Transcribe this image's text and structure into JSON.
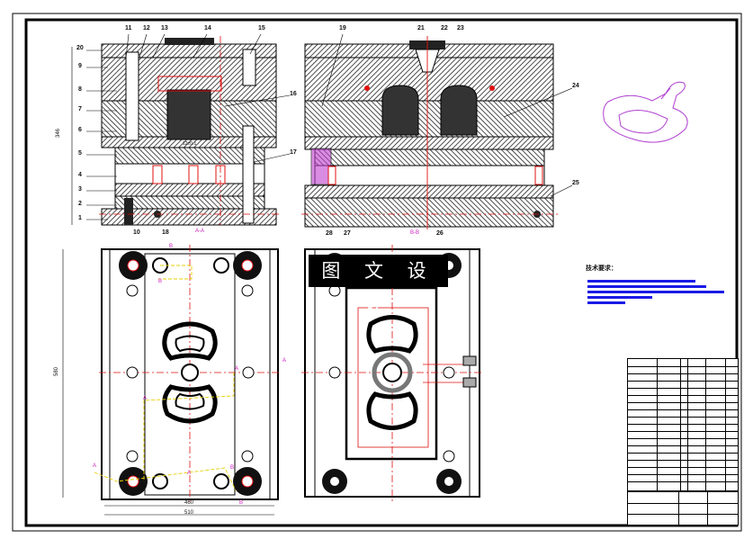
{
  "drawing": {
    "watermark_text": "图 文 设 计",
    "tech_requirements_title": "技术要求：",
    "section_a_label": "A-A",
    "section_b_label": "B-B",
    "dims": {
      "height_left": "346",
      "height_plan": "580",
      "width_plan_inner": "460",
      "width_plan_outer": "510",
      "cavity_dim": "12±0.1"
    },
    "callouts_left": [
      "20",
      "9",
      "8",
      "7",
      "6",
      "5",
      "4",
      "3",
      "2",
      "1"
    ],
    "callouts_top_a": [
      "11",
      "12",
      "13",
      "14",
      "15"
    ],
    "callouts_right_a": [
      "16",
      "17"
    ],
    "callouts_bottom_a": [
      "10",
      "18"
    ],
    "callouts_top_b": [
      "19",
      "21",
      "22",
      "23"
    ],
    "callouts_right_b": [
      "24",
      "25"
    ],
    "callouts_bottom_b": [
      "28",
      "27",
      "26"
    ],
    "plan_markers": [
      "B",
      "B",
      "A",
      "A",
      "A",
      "A",
      "A",
      "B",
      "B"
    ],
    "colors": {
      "outline": "#000000",
      "hatch": "#333333",
      "centerline": "#e01010",
      "part_3d": "#b040d0",
      "dim_yellow": "#e6d000",
      "blue_text": "#1a1ae6",
      "magenta_label": "#d01dbf"
    }
  }
}
